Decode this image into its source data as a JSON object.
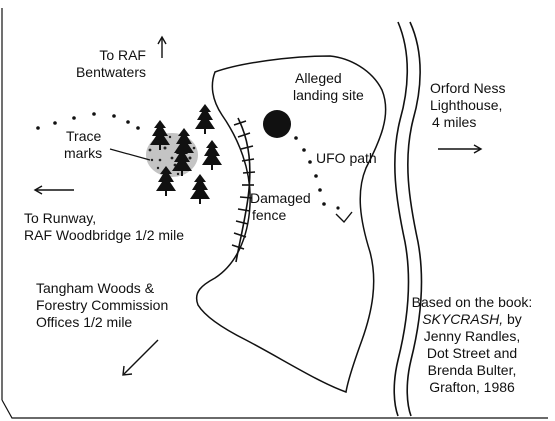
{
  "labels": {
    "raf_bentwaters": [
      "To RAF",
      "Bentwaters"
    ],
    "alleged_landing_site": [
      "Alleged",
      "landing site"
    ],
    "orford_ness": [
      "Orford Ness",
      "Lighthouse,",
      "4 miles"
    ],
    "trace_marks": [
      "Trace",
      "marks"
    ],
    "ufo_path": "UFO path",
    "damaged_fence": [
      "Damaged",
      "fence"
    ],
    "to_runway": [
      "To Runway,",
      "RAF Woodbridge 1/2 mile"
    ],
    "tangham_woods": [
      "Tangham Woods &",
      "Forestry Commission",
      "Offices 1/2 mile"
    ],
    "credit": {
      "line1": "Based on the book:",
      "book_title": "SKYCRASH,",
      "line2_suffix": " by",
      "line3": "Jenny Randles,",
      "line4": "Dot Street and",
      "line5": "Brenda Bulter,",
      "line6": "Grafton, 1986"
    }
  },
  "colors": {
    "ink": "#111111",
    "background": "#ffffff"
  }
}
